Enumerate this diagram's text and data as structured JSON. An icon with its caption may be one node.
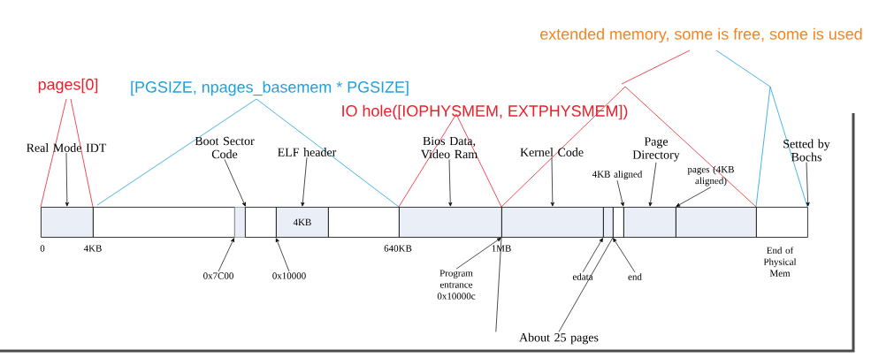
{
  "diagram": {
    "nodes": [
      {
        "text": [],
        "shape": "box"
      },
      {
        "text": [],
        "shape": "box"
      },
      {
        "text": [],
        "shape": "box"
      },
      {
        "text": [],
        "shape": "box"
      },
      {
        "text": [
          "4KB"
        ]
      },
      {
        "text": [],
        "shape": "box"
      },
      {
        "text": [],
        "shape": "box"
      },
      {
        "text": [],
        "shape": "box"
      },
      {
        "text": [],
        "shape": "box"
      },
      {
        "text": [],
        "shape": "box"
      },
      {
        "text": [],
        "shape": "box"
      },
      {
        "text": [],
        "shape": "box"
      },
      {
        "text": [],
        "shape": "box"
      },
      {
        "text": [
          "Real Mode IDT"
        ]
      },
      {
        "text": [
          "Boot Sector Code"
        ]
      },
      {
        "text": [
          "ELF header"
        ]
      },
      {
        "text": [
          "Bios Data, Video Ram"
        ]
      },
      {
        "text": [
          "Kernel Code"
        ]
      },
      {
        "text": [
          "Page Directory"
        ]
      },
      {
        "text": [
          "4KB aligned"
        ]
      },
      {
        "text": [
          "pages (4KB aligned)"
        ]
      },
      {
        "text": [
          "Setted by Bochs"
        ]
      },
      {
        "text": [
          "0x7C00"
        ]
      },
      {
        "text": [
          "0x10000"
        ]
      },
      {
        "text": [
          "Program entrance 0x10000c"
        ]
      },
      {
        "text": [
          "edata"
        ]
      },
      {
        "text": [
          "end"
        ]
      },
      {
        "text": [
          "About 25 pages"
        ]
      }
    ],
    "edges": [
      {
        "from": 13,
        "to": 0,
        "arrow": "to"
      },
      {
        "from": 14,
        "to": 2,
        "arrow": "to"
      },
      {
        "from": 15,
        "to": 4,
        "arrow": "to"
      },
      {
        "from": 16,
        "to": 6,
        "arrow": "to"
      },
      {
        "from": 17,
        "to": 7,
        "arrow": "to"
      },
      {
        "from": 18,
        "to": 10,
        "arrow": "to"
      },
      {
        "from": 19,
        "to": 10,
        "arrow": "to"
      },
      {
        "from": 20,
        "to": 11,
        "arrow": "to"
      },
      {
        "from": 21,
        "to": 12,
        "arrow": "to"
      },
      {
        "from": 22,
        "to": 2,
        "arrow": "to"
      },
      {
        "from": 23,
        "to": 4,
        "arrow": "to"
      },
      {
        "from": 24,
        "to": 7,
        "arrow": "to"
      },
      {
        "from": 25,
        "to": 8,
        "arrow": "to"
      },
      {
        "from": 26,
        "to": 9,
        "arrow": "to"
      },
      {
        "from": 27,
        "to": 7,
        "arrow": "none"
      },
      {
        "from": 27,
        "to": 9,
        "arrow": "none"
      }
    ],
    "labels": [
      "extended memory, some is free, some is used",
      "pages[0]",
      "[PGSIZE, npages_basemem * PGSIZE]",
      "IO hole([IOPHYSMEM, EXTPHYSMEM])",
      "0",
      "4KB",
      "640KB",
      "1MB",
      "End of Physical Mem"
    ]
  }
}
